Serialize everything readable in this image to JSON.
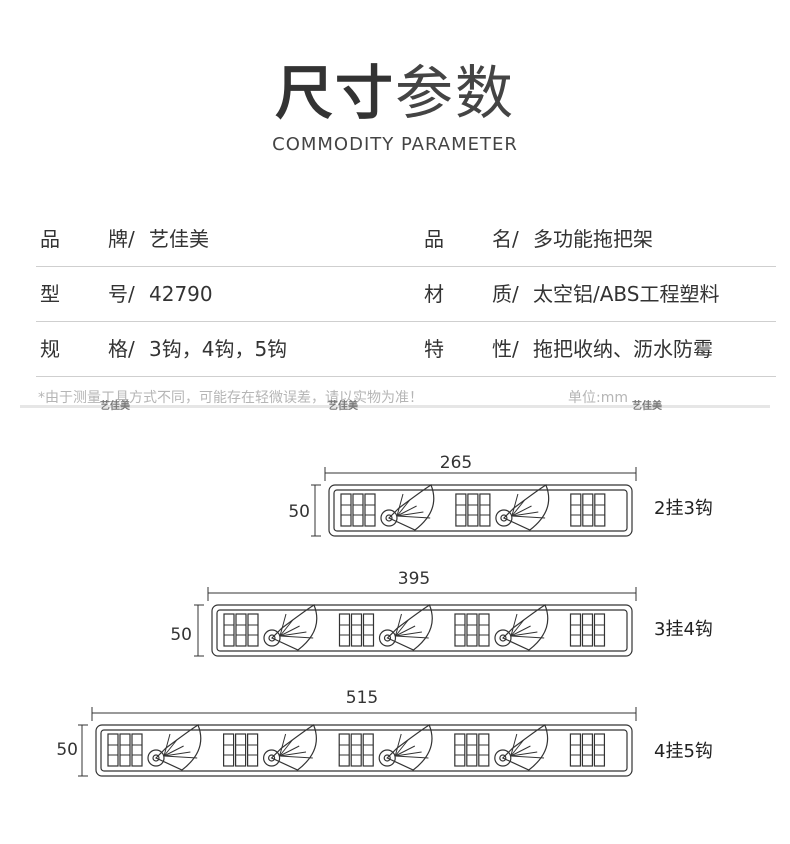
{
  "header": {
    "title_bold": "尺寸",
    "title_light": "参数",
    "subtitle": "COMMODITY PARAMETER"
  },
  "params": [
    {
      "k1": "品",
      "k2": "牌/",
      "v": "艺佳美",
      "k3": "品",
      "k4": "名/",
      "v2": "多功能拖把架"
    },
    {
      "k1": "型",
      "k2": "号/",
      "v": "42790",
      "k3": "材",
      "k4": "质/",
      "v2": "太空铝/ABS工程塑料"
    },
    {
      "k1": "规",
      "k2": "格/",
      "v": "3钩，4钩，5钩",
      "k3": "特",
      "k4": "性/",
      "v2": "拖把收纳、沥水防霉"
    }
  ],
  "note": {
    "text": "*由于测量工具方式不同，可能存在轻微误差，请以实物为准！",
    "unit": "单位:mm"
  },
  "watermark": [
    "艺佳美",
    "艺佳美",
    "艺佳美"
  ],
  "products": [
    {
      "width": "265",
      "height": "50",
      "label": "2挂3钩",
      "hooks": 2
    },
    {
      "width": "395",
      "height": "50",
      "label": "3挂4钩",
      "hooks": 3
    },
    {
      "width": "515",
      "height": "50",
      "label": "4挂5钩",
      "hooks": 4
    }
  ]
}
